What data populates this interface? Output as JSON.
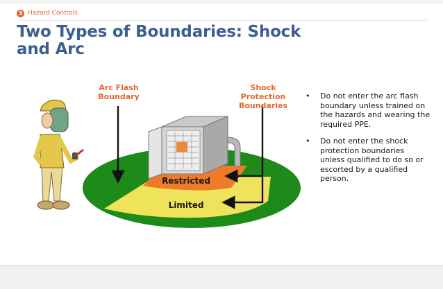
{
  "breadcrumb": {
    "number": "3",
    "label": "Hazard Controls"
  },
  "slide": {
    "title": "Two Types of Boundaries: Shock and Arc"
  },
  "diagram": {
    "arc_flash_label": "Arc Flash Boundary",
    "shock_label": "Shock Protection Boundaries",
    "restricted_label": "Restricted",
    "limited_label": "Limited",
    "colors": {
      "outer": "#1e8a1a",
      "limited": "#efe35b",
      "restricted": "#ee7a2a",
      "label": "#e0672a"
    }
  },
  "bullets": [
    "Do not enter the arc flash boundary unless trained on the hazards and wearing the required PPE.",
    "Do not enter the shock protection boundaries unless qualified to do so or escorted by a qualified person."
  ]
}
